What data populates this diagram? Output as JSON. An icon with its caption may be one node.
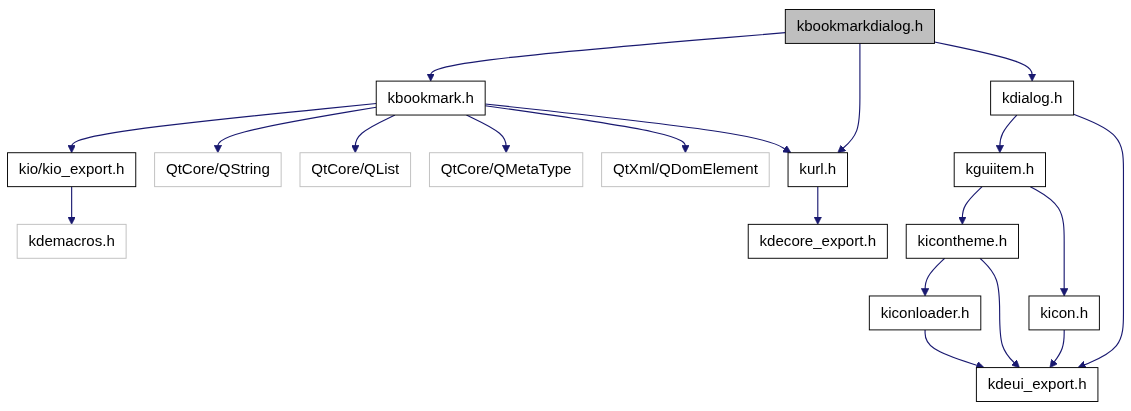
{
  "diagram": {
    "nodes": [
      {
        "text": [
          "kbookmarkdialog.h"
        ]
      },
      {
        "text": [
          "kbookmark.h"
        ]
      },
      {
        "text": [
          "kdialog.h"
        ]
      },
      {
        "text": [
          "kio/kio_export.h"
        ]
      },
      {
        "text": [
          "QtCore/QString"
        ]
      },
      {
        "text": [
          "QtCore/QList"
        ]
      },
      {
        "text": [
          "QtCore/QMetaType"
        ]
      },
      {
        "text": [
          "QtXml/QDomElement"
        ]
      },
      {
        "text": [
          "kurl.h"
        ]
      },
      {
        "text": [
          "kguiitem.h"
        ]
      },
      {
        "text": [
          "kdemacros.h"
        ]
      },
      {
        "text": [
          "kdecore_export.h"
        ]
      },
      {
        "text": [
          "kicontheme.h"
        ]
      },
      {
        "text": [
          "kiconloader.h"
        ]
      },
      {
        "text": [
          "kicon.h"
        ]
      },
      {
        "text": [
          "kdeui_export.h"
        ]
      }
    ],
    "edges": [
      {
        "from": 0,
        "to": 1,
        "arrow": "to"
      },
      {
        "from": 0,
        "to": 8,
        "arrow": "to"
      },
      {
        "from": 0,
        "to": 2,
        "arrow": "to"
      },
      {
        "from": 1,
        "to": 3,
        "arrow": "to"
      },
      {
        "from": 1,
        "to": 4,
        "arrow": "to"
      },
      {
        "from": 1,
        "to": 5,
        "arrow": "to"
      },
      {
        "from": 1,
        "to": 6,
        "arrow": "to"
      },
      {
        "from": 1,
        "to": 7,
        "arrow": "to"
      },
      {
        "from": 1,
        "to": 8,
        "arrow": "to"
      },
      {
        "from": 3,
        "to": 10,
        "arrow": "to"
      },
      {
        "from": 8,
        "to": 11,
        "arrow": "to"
      },
      {
        "from": 2,
        "to": 9,
        "arrow": "to"
      },
      {
        "from": 2,
        "to": 15,
        "arrow": "to"
      },
      {
        "from": 9,
        "to": 12,
        "arrow": "to"
      },
      {
        "from": 9,
        "to": 14,
        "arrow": "to"
      },
      {
        "from": 12,
        "to": 13,
        "arrow": "to"
      },
      {
        "from": 12,
        "to": 15,
        "arrow": "to"
      },
      {
        "from": 13,
        "to": 15,
        "arrow": "to"
      },
      {
        "from": 14,
        "to": 15,
        "arrow": "to"
      }
    ]
  }
}
